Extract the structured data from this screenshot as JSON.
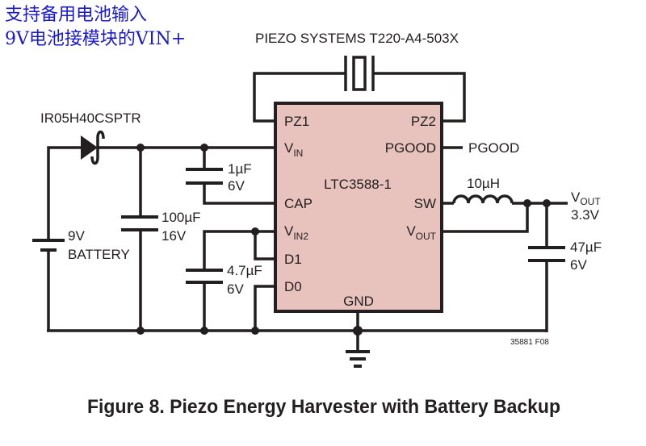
{
  "annotations": {
    "line1": "支持备用电池输入",
    "line2": "9V电池接模块的VIN+"
  },
  "ic": {
    "part": "LTC3588-1",
    "fill_color": "#e8c2bd",
    "pins_left": {
      "pz1": "PZ1",
      "vin_main": "V",
      "vin_sub": "IN",
      "cap": "CAP",
      "vin2_main": "V",
      "vin2_sub": "IN2",
      "d1": "D1",
      "d0": "D0"
    },
    "pins_right": {
      "pz2": "PZ2",
      "pgood": "PGOOD",
      "sw": "SW",
      "vout_main": "V",
      "vout_sub": "OUT"
    },
    "pin_bottom": {
      "gnd": "GND"
    }
  },
  "components": {
    "piezo": "PIEZO SYSTEMS T220-A4-503X",
    "diode": "IR05H40CSPTR",
    "battery": {
      "voltage": "9V",
      "label": "BATTERY"
    },
    "c_bulk": {
      "capacitance": "100µF",
      "voltage": "16V"
    },
    "c_cap": {
      "capacitance": "1µF",
      "voltage": "6V"
    },
    "c_vin2": {
      "capacitance": "4.7µF",
      "voltage": "6V"
    },
    "inductor": "10µH",
    "c_out": {
      "capacitance": "47µF",
      "voltage": "6V"
    }
  },
  "outputs": {
    "pgood": "PGOOD",
    "vout_main": "V",
    "vout_sub": "OUT",
    "vout_value": "3.3V"
  },
  "figure_id": "35881 F08",
  "caption": "Figure 8. Piezo Energy Harvester with Battery Backup"
}
